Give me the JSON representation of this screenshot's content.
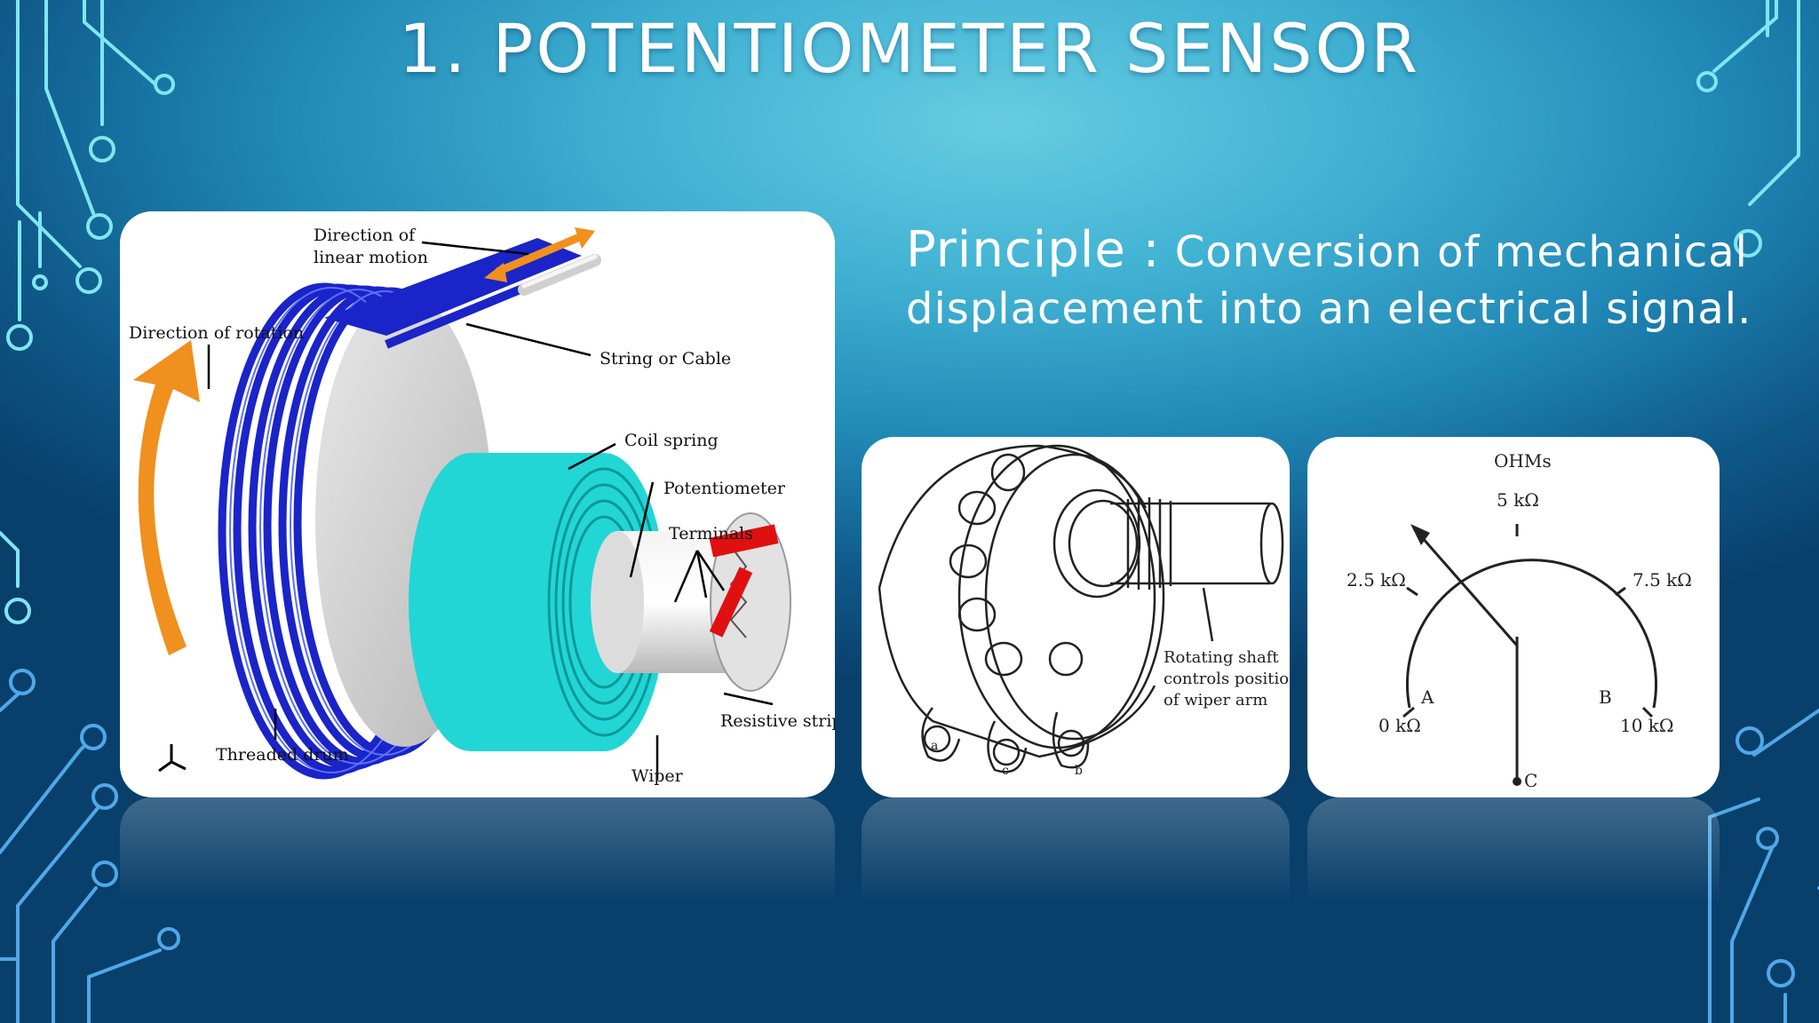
{
  "slide": {
    "title": "1. POTENTIOMETER SENSOR",
    "principle_lead": "Principle :",
    "principle_text": " Conversion of mechanical displacement into an electrical signal."
  },
  "diagram1": {
    "labels": {
      "linear_motion_1": "Direction of",
      "linear_motion_2": "linear motion",
      "rotation": "Direction of rotation",
      "string": "String or Cable",
      "coil": "Coil spring",
      "pot": "Potentiometer",
      "terminals": "Terminals",
      "resistive": "Resistive strip",
      "wiper": "Wiper",
      "drum": "Threaded drum"
    },
    "colors": {
      "drum": "#1a24c8",
      "spring": "#22d6d6",
      "arrow": "#f0901e",
      "terminal": "#e01010"
    }
  },
  "diagram2": {
    "labels": {
      "shaft_1": "Rotating shaft",
      "shaft_2": "controls positio",
      "shaft_3": "of wiper arm",
      "a": "a",
      "c": "c",
      "b": "b"
    }
  },
  "diagram3": {
    "labels": {
      "title": "OHMs",
      "k5": "5 kΩ",
      "k25": "2.5 kΩ",
      "k75": "7.5 kΩ",
      "k0": "0 kΩ",
      "k10": "10 kΩ",
      "A": "A",
      "B": "B",
      "C": "C"
    }
  }
}
